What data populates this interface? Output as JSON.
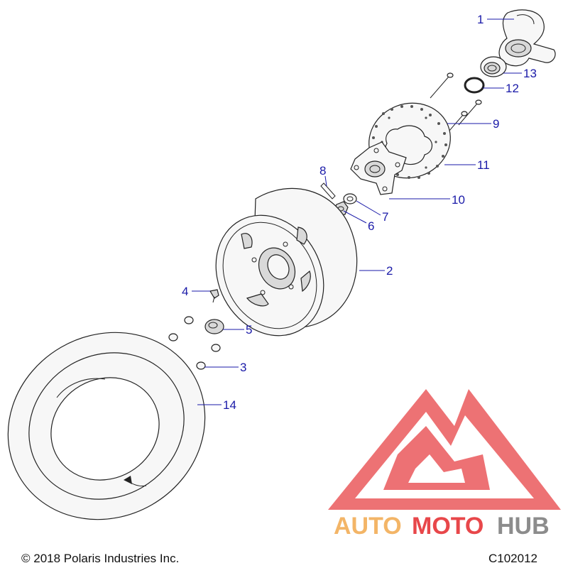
{
  "callouts": [
    {
      "id": "1",
      "label": "1"
    },
    {
      "id": "2",
      "label": "2"
    },
    {
      "id": "3",
      "label": "3"
    },
    {
      "id": "4",
      "label": "4"
    },
    {
      "id": "5",
      "label": "5"
    },
    {
      "id": "6",
      "label": "6"
    },
    {
      "id": "7",
      "label": "7"
    },
    {
      "id": "8",
      "label": "8"
    },
    {
      "id": "9",
      "label": "9"
    },
    {
      "id": "10",
      "label": "10"
    },
    {
      "id": "11",
      "label": "11"
    },
    {
      "id": "12",
      "label": "12"
    },
    {
      "id": "13",
      "label": "13"
    },
    {
      "id": "14",
      "label": "14"
    }
  ],
  "footer": {
    "copyright": "© 2018 Polaris Industries Inc.",
    "code": "C102012"
  },
  "watermark": {
    "word_part1": "AUTO",
    "word_part2": "MOTO",
    "word_part3": "HUB",
    "accent_color": "#e8474a",
    "orange_color": "#f3b567",
    "gray_color": "#8c8c8c"
  },
  "colors": {
    "callout": "#1a1aa8"
  }
}
